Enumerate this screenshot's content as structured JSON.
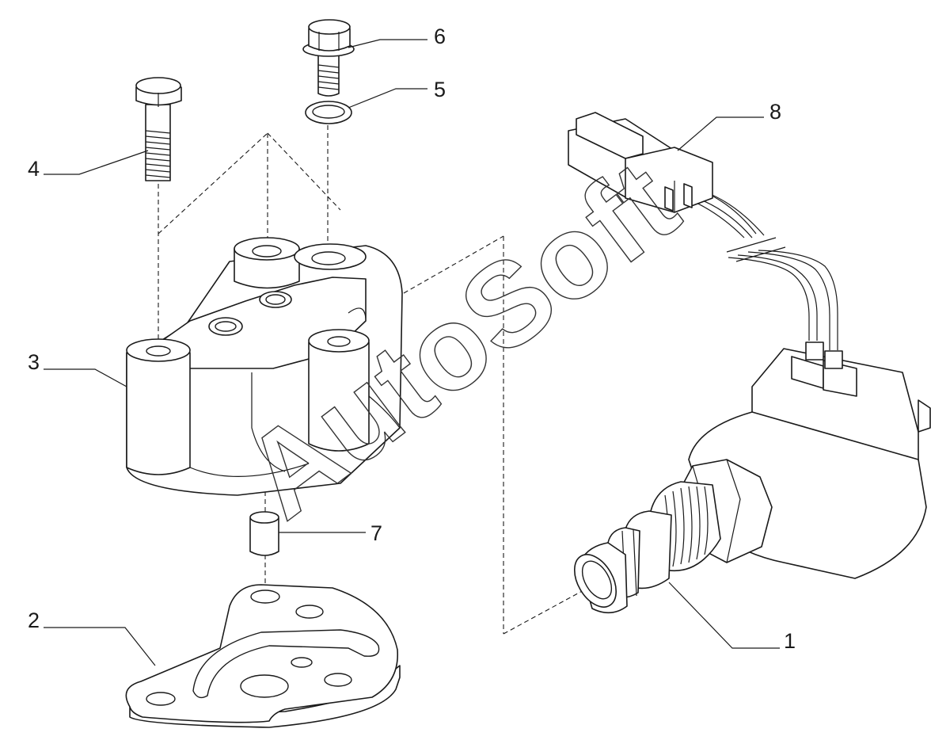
{
  "callouts": {
    "c1": "1",
    "c2": "2",
    "c3": "3",
    "c4": "4",
    "c5": "5",
    "c6": "6",
    "c7": "7",
    "c8": "8"
  },
  "watermark": "AutoSoft",
  "colors": {
    "line": "#1a1a1a",
    "background": "#ffffff",
    "shade": "#d9d9d9"
  }
}
